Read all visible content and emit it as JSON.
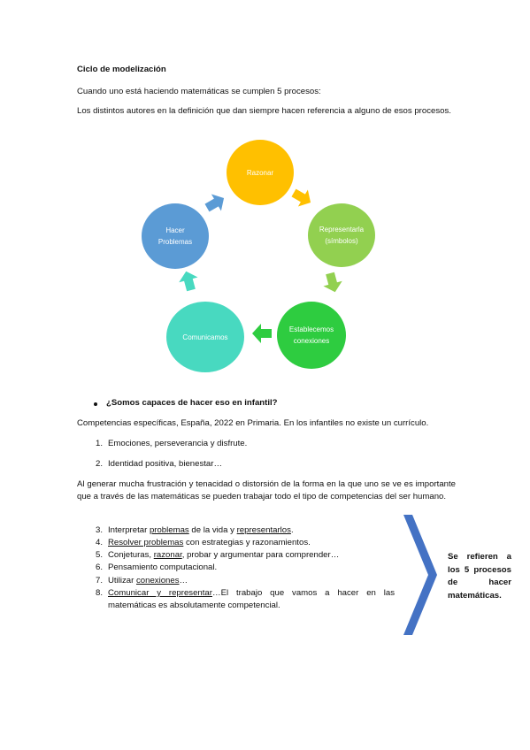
{
  "section_title": "Ciclo de modelización",
  "intro_line": "Cuando uno está haciendo matemáticas se cumplen 5 procesos:",
  "intro_para": "Los distintos autores en la definición que dan siempre hacen referencia a alguno de esos procesos.",
  "cycle": {
    "razonar": "Razonar",
    "representarla": "Representarla\n(símbolos)",
    "establecemos": "Establecemos\nconexiones",
    "comunicamos": "Comunicamos",
    "hacer_problemas": "Hacer\nProblemas",
    "colors": {
      "razonar": "#ffc000",
      "representarla": "#92d050",
      "establecemos": "#2ecc40",
      "comunicamos": "#48d9c0",
      "hacer_problemas": "#5b9bd5"
    }
  },
  "bullet_question": "¿Somos capaces de hacer eso en infantil?",
  "competencias_line": "Competencias específicas, España, 2022 en Primaria. En los infantiles no existe un currículo.",
  "list1": [
    {
      "num": "1.",
      "text": "Emociones, perseverancia y disfrute."
    },
    {
      "num": "2.",
      "text": "Identidad positiva, bienestar…"
    }
  ],
  "frustration_para": "Al generar mucha frustración y tenacidad o distorsión de la forma en la que uno se ve es importante que a través de las matemáticas se pueden trabajar todo el tipo de competencias del ser humano.",
  "list2": {
    "item3": {
      "num": "3.",
      "a": "Interpretar ",
      "b": "problemas",
      "c": " de la vida y ",
      "d": "representarlos",
      "e": "."
    },
    "item4": {
      "num": "4.",
      "a": "Resolver problemas",
      "b": " con estrategias y razonamientos."
    },
    "item5": {
      "num": "5.",
      "a": "Conjeturas, ",
      "b": "razonar",
      "c": ", probar y argumentar para comprender…"
    },
    "item6": {
      "num": "6.",
      "a": "Pensamiento computacional."
    },
    "item7": {
      "num": "7.",
      "a": "Utilizar ",
      "b": "conexiones",
      "c": "…"
    },
    "item8": {
      "num": "8.",
      "a": "Comunicar y representar",
      "b": "…El trabajo que vamos a hacer en las matemáticas es absolutamente competencial."
    }
  },
  "side_note": "Se refieren a los 5 procesos de hacer matemáticas."
}
